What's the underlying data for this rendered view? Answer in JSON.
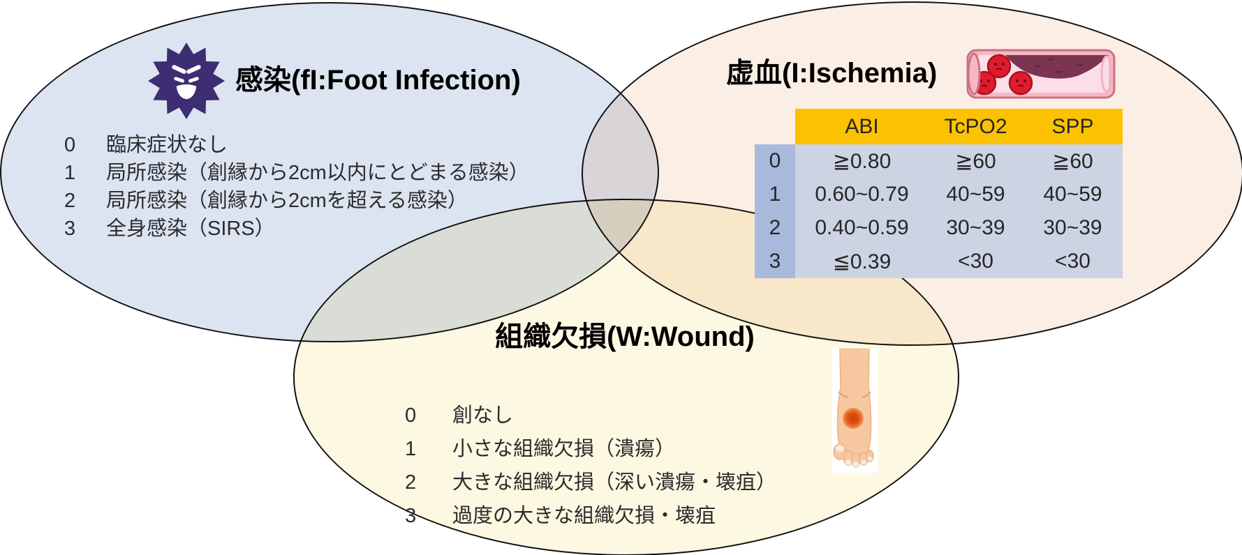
{
  "diagram": {
    "type": "venn-3",
    "infection": {
      "title": "感染(fI:Foot Infection)",
      "icon": "virus-icon",
      "grades": [
        {
          "grade": "0",
          "text": "臨床症状なし"
        },
        {
          "grade": "1",
          "text": "局所感染（創縁から2cm以内にとどまる感染）"
        },
        {
          "grade": "2",
          "text": "局所感染（創縁から2cmを超える感染）"
        },
        {
          "grade": "3",
          "text": "全身感染（SIRS）"
        }
      ]
    },
    "ischemia": {
      "title": "虚血(I:Ischemia)",
      "icon": "blood-vessel-icon",
      "table": {
        "columns": [
          "ABI",
          "TcPO2",
          "SPP"
        ],
        "rows": [
          {
            "grade": "0",
            "abi": "≧0.80",
            "tcpo2": "≧60",
            "spp": "≧60"
          },
          {
            "grade": "1",
            "abi": "0.60~0.79",
            "tcpo2": "40~59",
            "spp": "40~59"
          },
          {
            "grade": "2",
            "abi": "0.40~0.59",
            "tcpo2": "30~39",
            "spp": "30~39"
          },
          {
            "grade": "3",
            "abi": "≦0.39",
            "tcpo2": "<30",
            "spp": "<30"
          }
        ]
      }
    },
    "wound": {
      "title": "組織欠損(W:Wound)",
      "icon": "foot-wound-icon",
      "grades": [
        {
          "grade": "0",
          "text": "創なし"
        },
        {
          "grade": "1",
          "text": "小さな組織欠損（潰瘍）"
        },
        {
          "grade": "2",
          "text": "大きな組織欠損（深い潰瘍・壊疽）"
        },
        {
          "grade": "3",
          "text": "過度の大きな組織欠損・壊疽"
        }
      ]
    },
    "colors": {
      "infection_fill": "#dce4f2",
      "ischemia_fill": "#fbeee4",
      "wound_fill": "#fdf8e2",
      "outline": "#111111",
      "table_header": "#fcc101",
      "table_label_col": "#a9b9dc",
      "table_cells": "#ccd3e3",
      "virus_icon": "#3d2d72",
      "vessel_pink": "#f5b7c4",
      "clot_maroon": "#7d3450",
      "blood_cell_red": "#e01b2c",
      "skin": "#f7c8a0",
      "wound_spot": "#d94510"
    }
  }
}
